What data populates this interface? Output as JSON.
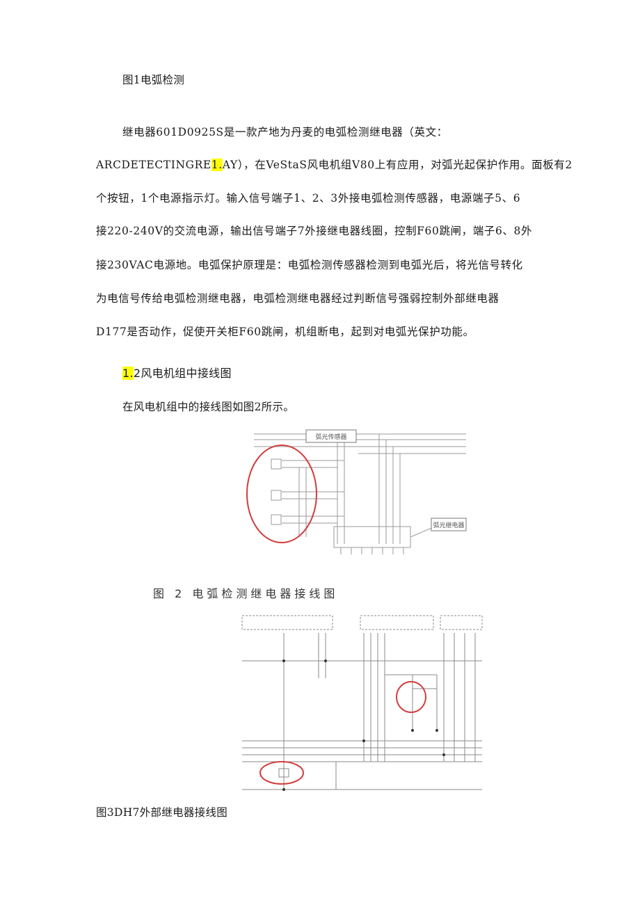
{
  "fig1_caption": "图1电弧检测",
  "paragraph": {
    "line1": "继电器601D0925S是一款产地为丹麦的电弧检测继电器（英文：",
    "line2_pre": "ARCDETECTINGRE",
    "line2_hl": "1.",
    "line2_post": "AY），在VeStaS风电机组V80上有应用，对弧光起保护作用。面板有2",
    "line3": "个按钮，1个电源指示灯。输入信号端子1、2、3外接电弧检测传感器，电源端子5、6",
    "line4": "接220-240V的交流电源，输出信号端子7外接继电器线圈，控制F60跳闸，端子6、8外",
    "line5": "接230VAC电源地。电弧保护原理是：电弧检测传感器检测到电弧光后，将光信号转化",
    "line6": "为电信号传给电弧检测继电器，电弧检测继电器经过判断信号强弱控制外部继电器",
    "line7": "D177是否动作，促使开关柜F60跳闸，机组断电，起到对电弧光保护功能。"
  },
  "section": {
    "number_hl": "1.",
    "number_rest": "2",
    "title": "风电机组中接线图"
  },
  "intro": "在风电机组中的接线图如图2所示。",
  "fig2": {
    "label_sensor": "弧光传感器",
    "label_relay": "弧光继电器",
    "caption": "图 2 电弧检测继电器接线图"
  },
  "fig3": {
    "caption": "图3DH7外部继电器接线图"
  }
}
